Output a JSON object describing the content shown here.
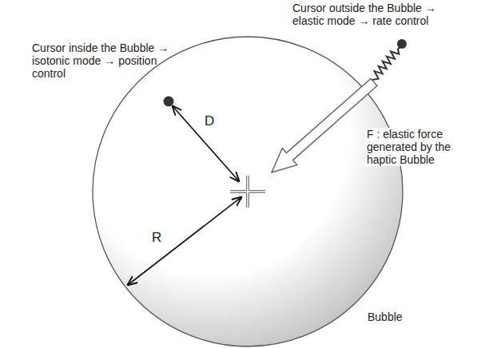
{
  "diagram": {
    "nodes": [
      {
        "text": [
          "Bubble"
        ]
      }
    ],
    "labels": [
      "Cursor outside the Bubble → elastic mode → rate control",
      "Cursor inside the Bubble → isotonic mode → position control",
      "F : elastic force generated by the haptic Bubble",
      "D",
      "R"
    ]
  }
}
